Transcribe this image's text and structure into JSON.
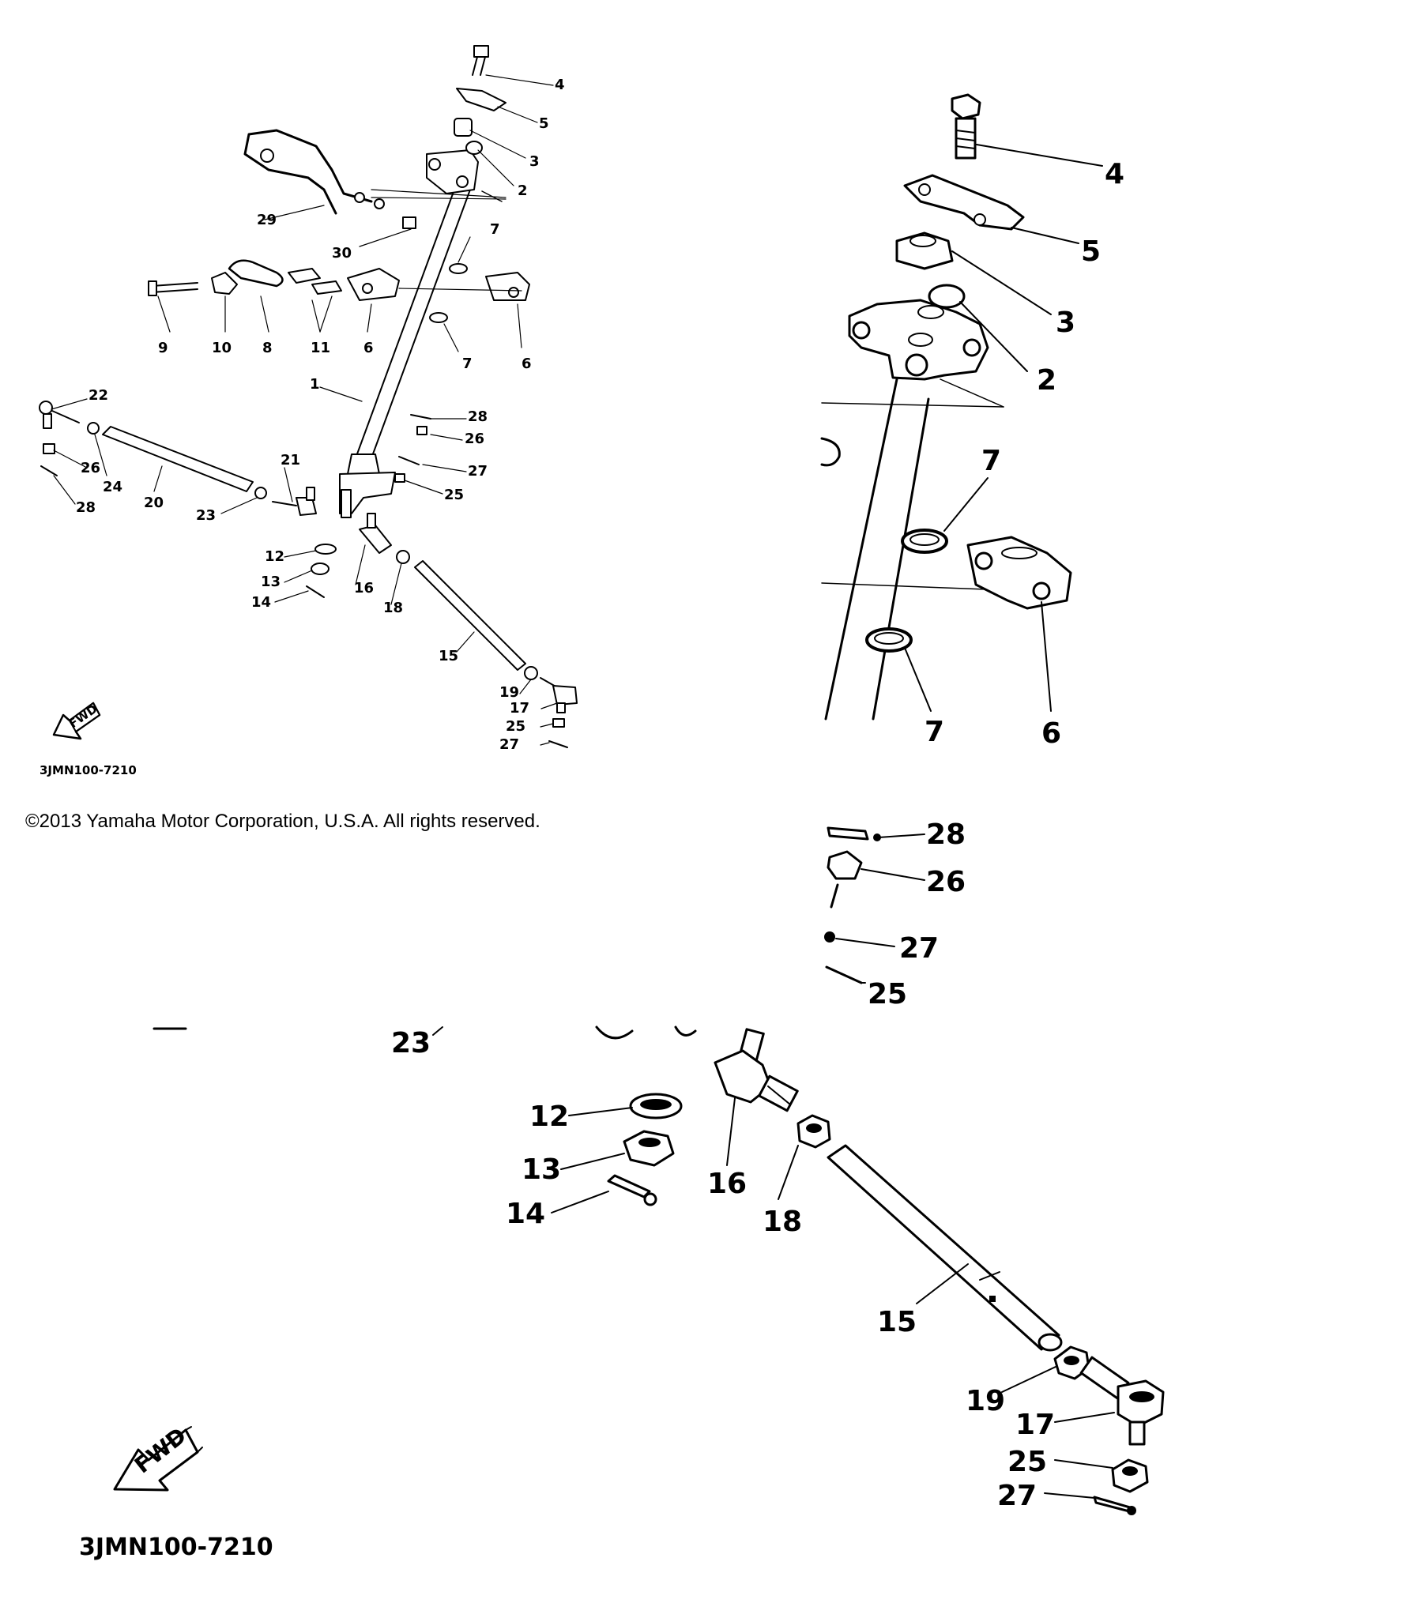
{
  "diagram_code": "3JMN100-7210",
  "fwd_label": "FWD",
  "copyright": "©2013 Yamaha Motor Corporation, U.S.A. All rights reserved.",
  "overview_labels": {
    "l1": "1",
    "l2": "2",
    "l3": "3",
    "l4": "4",
    "l5": "5",
    "l6a": "6",
    "l6b": "6",
    "l7a": "7",
    "l7b": "7",
    "l8": "8",
    "l9": "9",
    "l10": "10",
    "l11": "11",
    "l12": "12",
    "l13": "13",
    "l14": "14",
    "l15": "15",
    "l16": "16",
    "l17": "17",
    "l18": "18",
    "l19": "19",
    "l20": "20",
    "l21": "21",
    "l22": "22",
    "l23": "23",
    "l24": "24",
    "l25a": "25",
    "l25b": "25",
    "l26a": "26",
    "l26b": "26",
    "l27a": "27",
    "l27b": "27",
    "l28a": "28",
    "l28b": "28",
    "l29": "29",
    "l30": "30"
  },
  "detail_top_labels": {
    "l4": "4",
    "l5": "5",
    "l3": "3",
    "l2": "2",
    "l7a": "7",
    "l7b": "7",
    "l6": "6"
  },
  "detail_mid_labels": {
    "l28": "28",
    "l26": "26",
    "l27": "27",
    "l25": "25"
  },
  "detail_bottom_labels": {
    "l23": "23",
    "l12": "12",
    "l13": "13",
    "l14": "14",
    "l16": "16",
    "l18": "18",
    "l15": "15",
    "l19": "19",
    "l17": "17",
    "l25": "25",
    "l27": "27"
  }
}
